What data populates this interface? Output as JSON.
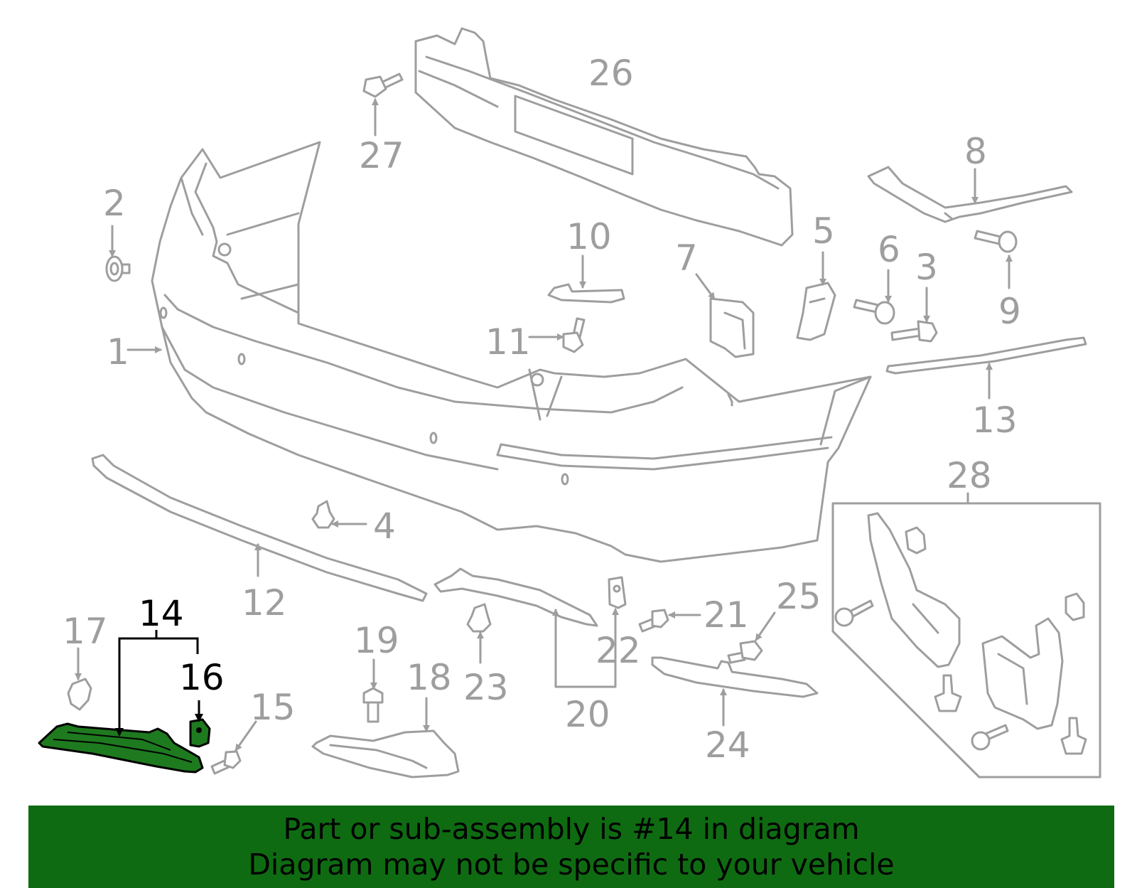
{
  "colors": {
    "part_gray": "#9e9e9e",
    "highlight_green": "#1e7a1e",
    "banner_green": "#0f6b12",
    "text_black": "#000000"
  },
  "callouts": {
    "c1": "1",
    "c2": "2",
    "c3": "3",
    "c4": "4",
    "c5": "5",
    "c6": "6",
    "c7": "7",
    "c8": "8",
    "c9": "9",
    "c10": "10",
    "c11": "11",
    "c12": "12",
    "c13": "13",
    "c14": "14",
    "c15": "15",
    "c16": "16",
    "c17": "17",
    "c18": "18",
    "c19": "19",
    "c20": "20",
    "c21": "21",
    "c22": "22",
    "c23": "23",
    "c24": "24",
    "c25": "25",
    "c26": "26",
    "c27": "27",
    "c28": "28"
  },
  "highlighted_part": "14",
  "banner": {
    "line1": "Part or sub-assembly is #14 in diagram",
    "line2": "Diagram may not be specific to your vehicle"
  }
}
